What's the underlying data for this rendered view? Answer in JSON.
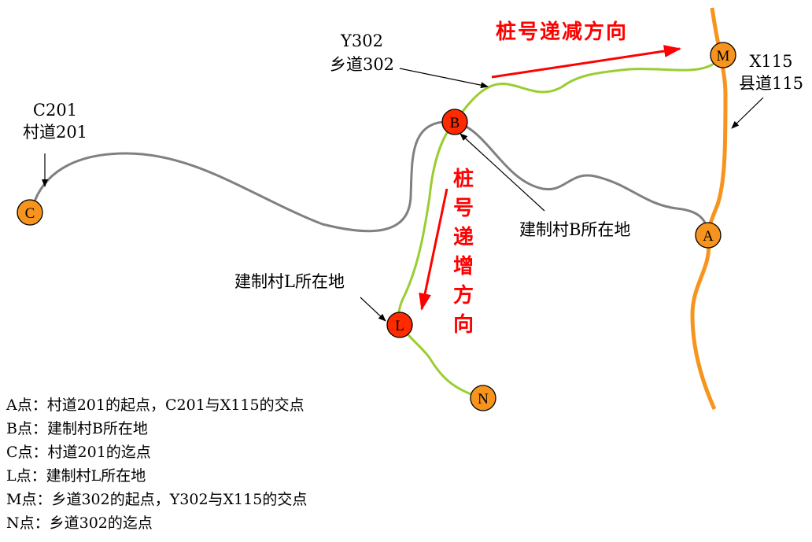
{
  "colors": {
    "route_x115": "#f7941d",
    "route_y302": "#9acd32",
    "route_c201": "#808080",
    "node_fill": "#f7941d",
    "node_highlight": "#ff2a00",
    "arrow_red": "#ff0000"
  },
  "labels": {
    "y302_code": "Y302",
    "y302_name": "乡道302",
    "x115_code": "X115",
    "x115_name": "县道115",
    "c201_code": "C201",
    "c201_name": "村道201",
    "village_b": "建制村B所在地",
    "village_l": "建制村L所在地",
    "decrease_direction": "桩号递减方向",
    "increase_direction_chars": [
      "桩",
      "号",
      "递",
      "增",
      "方",
      "向"
    ]
  },
  "nodes": {
    "A": "A",
    "B": "B",
    "C": "C",
    "L": "L",
    "M": "M",
    "N": "N"
  },
  "legend": [
    "A点：村道201的起点，C201与X115的交点",
    "B点：建制村B所在地",
    "C点：村道201的迄点",
    "L点：建制村L所在地",
    "M点：乡道302的起点，Y302与X115的交点",
    "N点：乡道302的迄点"
  ]
}
